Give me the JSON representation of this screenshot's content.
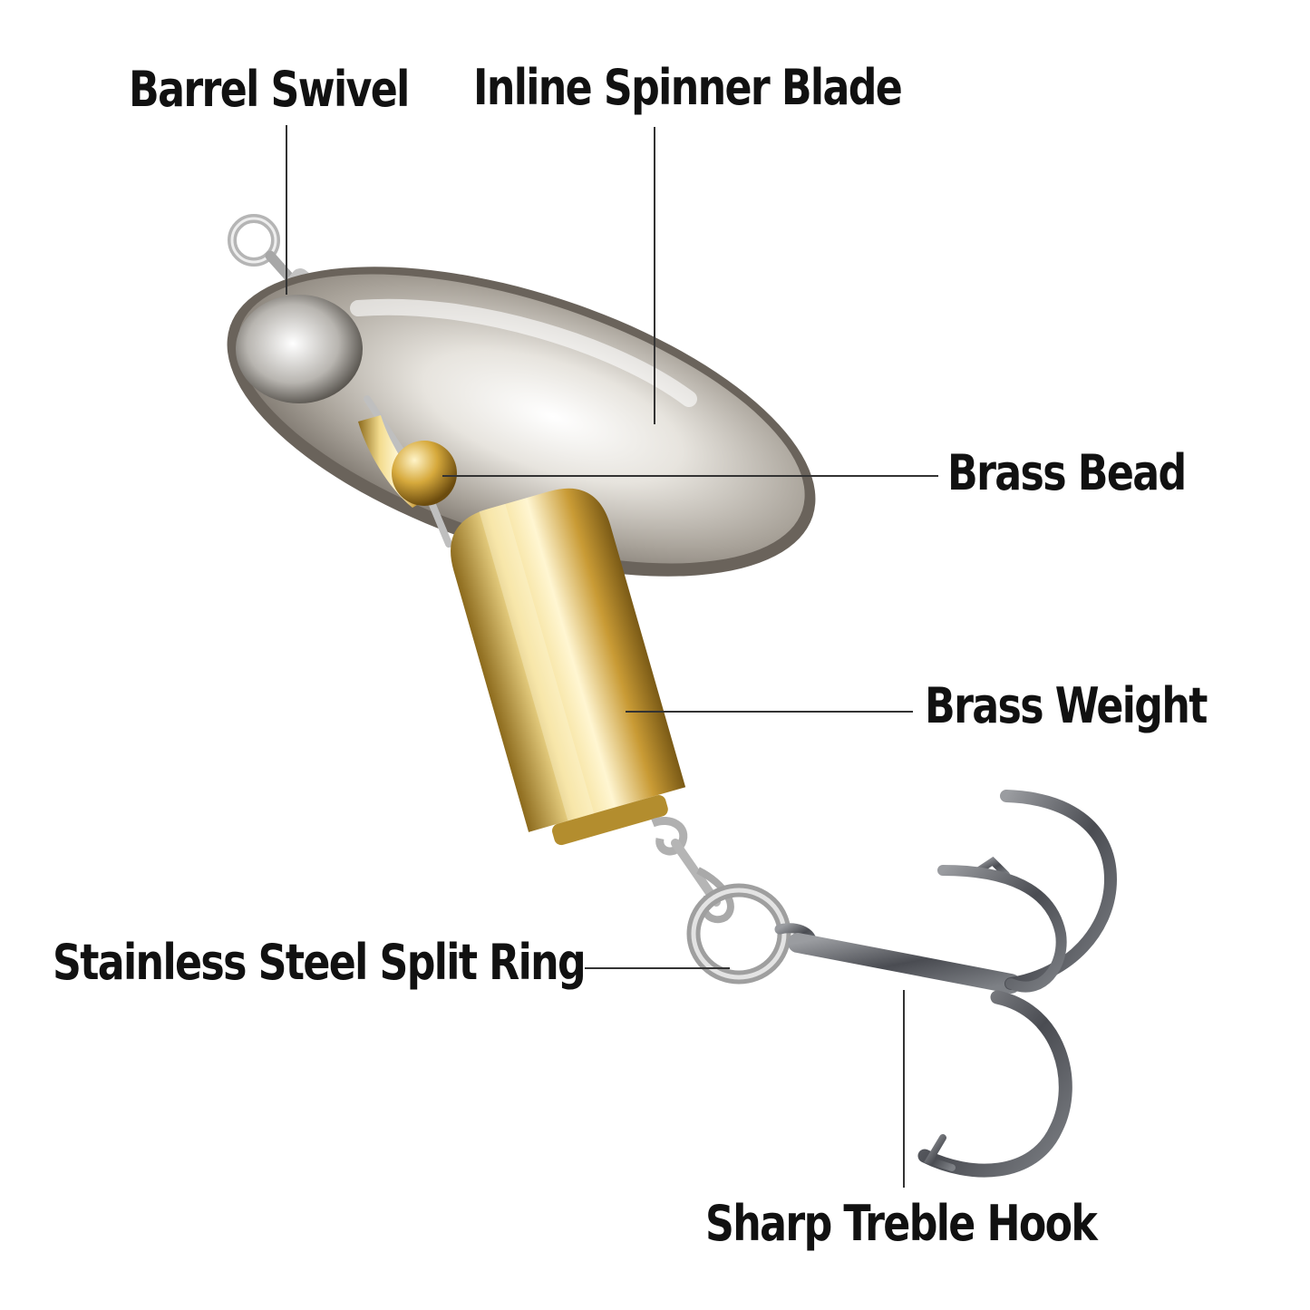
{
  "labels": {
    "barrel_swivel": "Barrel Swivel",
    "spinner_blade": "Inline Spinner Blade",
    "brass_bead": "Brass Bead",
    "brass_weight": "Brass Weight",
    "split_ring": "Stainless Steel Split Ring",
    "treble_hook": "Sharp Treble Hook"
  },
  "colors": {
    "background": "#ffffff",
    "label_text": "#111111",
    "leader_line": "#333333",
    "silver": "#c9c9c9",
    "brass": "#d7b556",
    "hook": "#5f6166"
  }
}
